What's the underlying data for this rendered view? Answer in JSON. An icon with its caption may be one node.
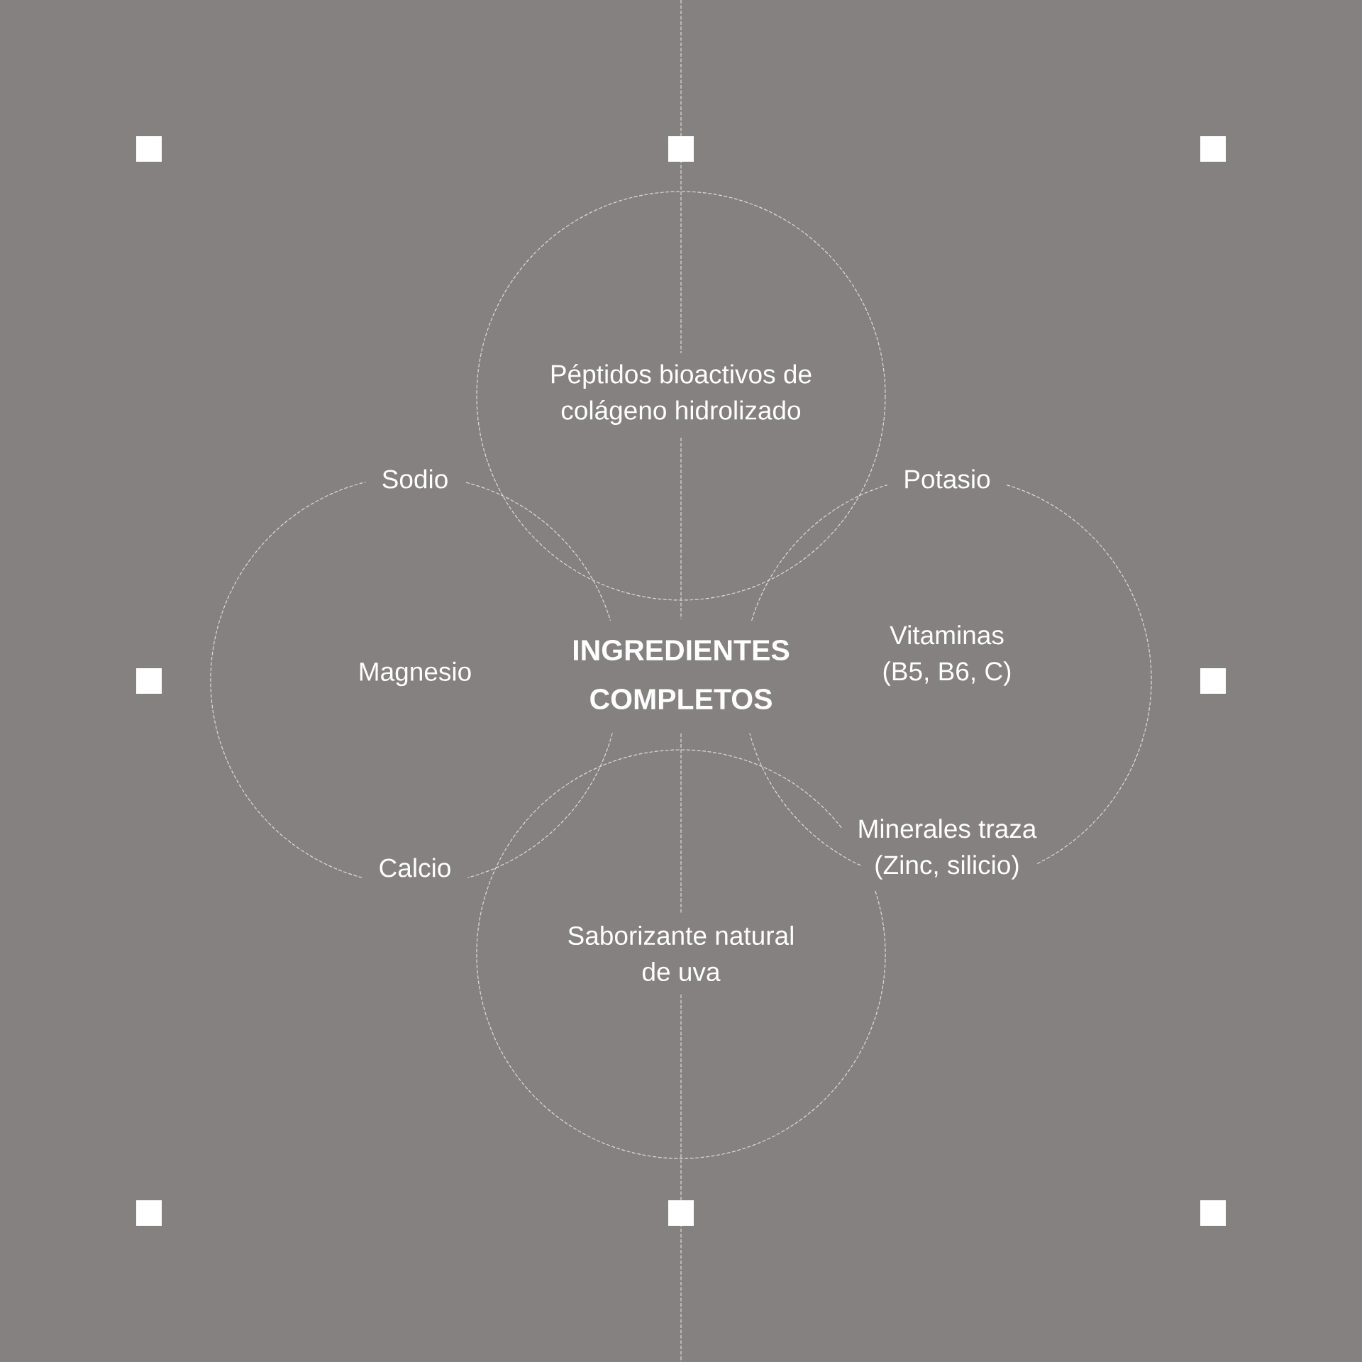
{
  "diagram": {
    "title": "INGREDIENTES COMPLETOS",
    "nodes": [
      {
        "text": [
          "Péptidos bioactivos de colágeno hidrolizado"
        ]
      },
      {
        "text": [
          "Sodio",
          "Magnesio",
          "Calcio"
        ]
      },
      {
        "text": [
          "Potasio",
          "Vitaminas (B5, B6, C)",
          "Minerales traza (Zinc, silicio)"
        ]
      },
      {
        "text": [
          "Saborizante natural de uva"
        ]
      }
    ]
  }
}
